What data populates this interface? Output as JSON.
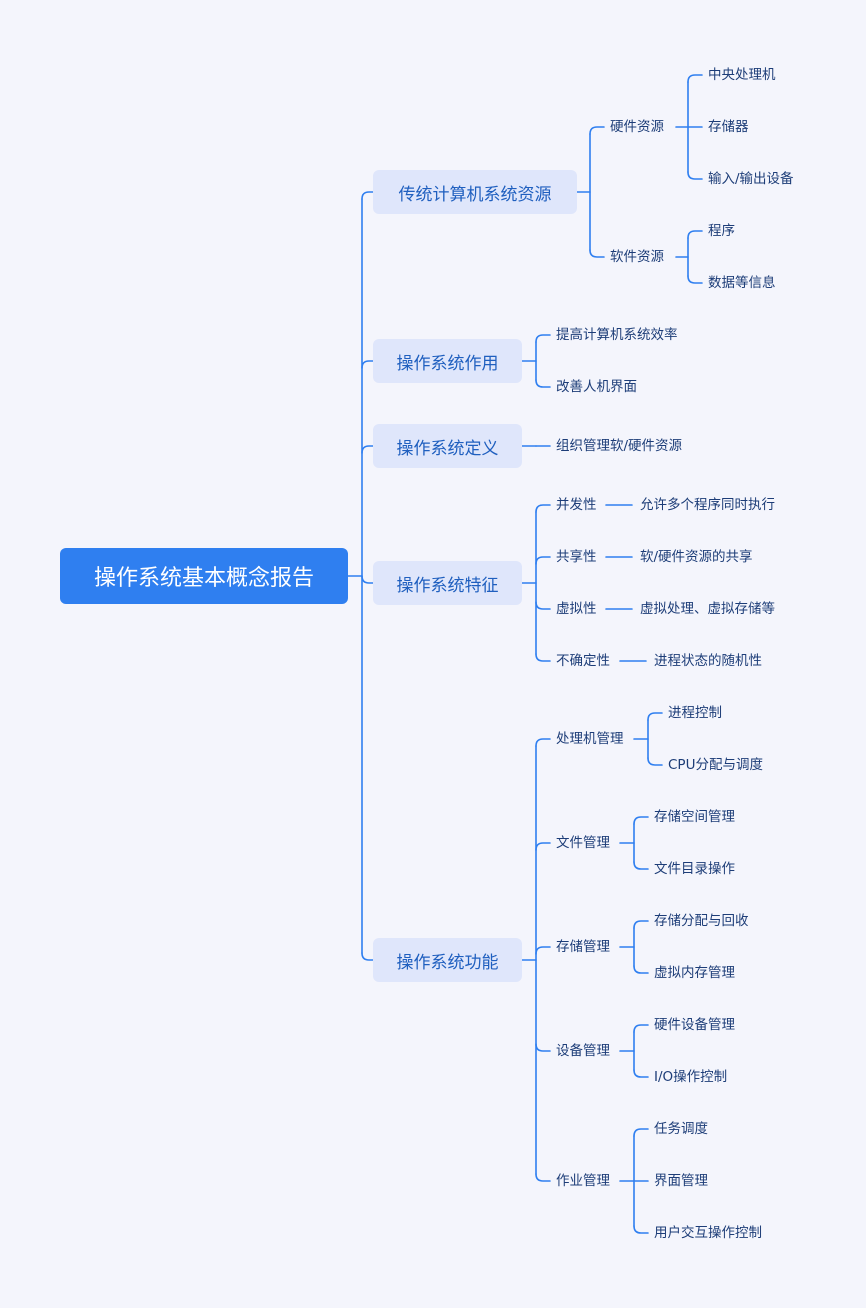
{
  "mindmap": {
    "root": "操作系统基本概念报告",
    "branches": [
      {
        "label": "传统计算机系统资源",
        "children": [
          {
            "label": "硬件资源",
            "children": [
              "中央处理机",
              "存储器",
              "输入/输出设备"
            ]
          },
          {
            "label": "软件资源",
            "children": [
              "程序",
              "数据等信息"
            ]
          }
        ]
      },
      {
        "label": "操作系统作用",
        "children": [
          "提高计算机系统效率",
          "改善人机界面"
        ]
      },
      {
        "label": "操作系统定义",
        "children": [
          "组织管理软/硬件资源"
        ]
      },
      {
        "label": "操作系统特征",
        "children": [
          {
            "label": "并发性",
            "detail": "允许多个程序同时执行"
          },
          {
            "label": "共享性",
            "detail": "软/硬件资源的共享"
          },
          {
            "label": "虚拟性",
            "detail": "虚拟处理、虚拟存储等"
          },
          {
            "label": "不确定性",
            "detail": "进程状态的随机性"
          }
        ]
      },
      {
        "label": "操作系统功能",
        "children": [
          {
            "label": "处理机管理",
            "children": [
              "进程控制",
              "CPU分配与调度"
            ]
          },
          {
            "label": "文件管理",
            "children": [
              "存储空间管理",
              "文件目录操作"
            ]
          },
          {
            "label": "存储管理",
            "children": [
              "存储分配与回收",
              "虚拟内存管理"
            ]
          },
          {
            "label": "设备管理",
            "children": [
              "硬件设备管理",
              "I/O操作控制"
            ]
          },
          {
            "label": "作业管理",
            "children": [
              "任务调度",
              "界面管理",
              "用户交互操作控制"
            ]
          }
        ]
      }
    ]
  },
  "colors": {
    "line": "#2f7ff0",
    "root_bg": "#2f7ff0",
    "branch_bg": "#dfe6fb",
    "branch_text": "#1f5fbf",
    "leaf_text": "#1d3d78",
    "background": "#f4f5fc"
  }
}
